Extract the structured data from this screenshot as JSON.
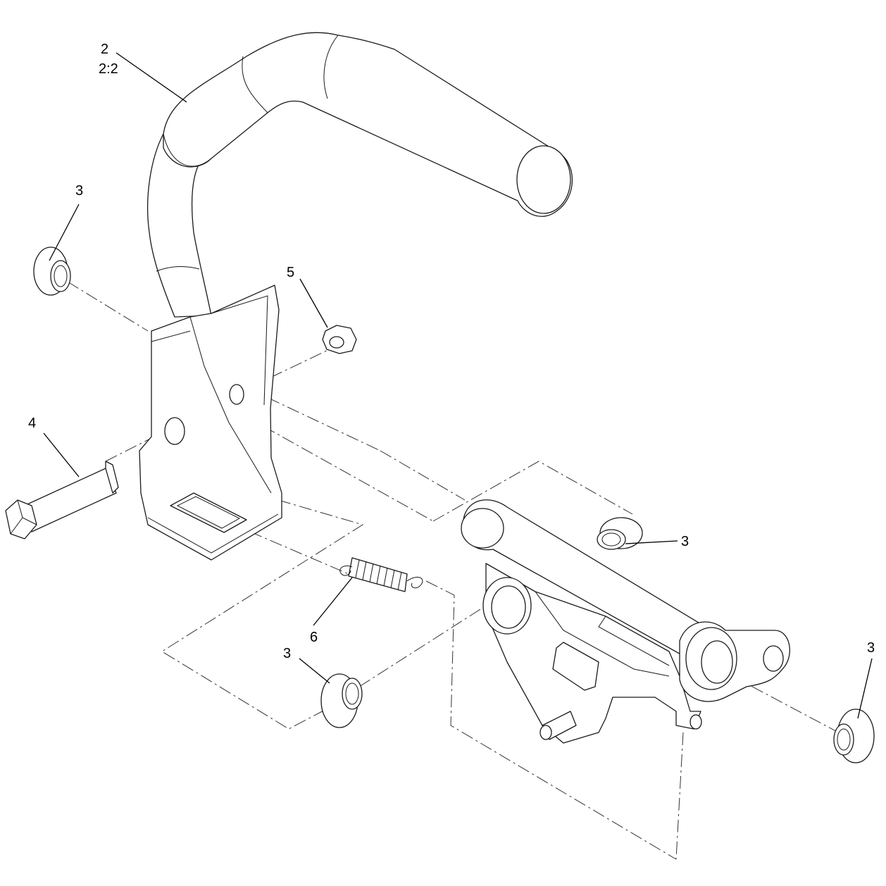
{
  "callouts": {
    "c2_item": "2",
    "c2_ref": "2:2",
    "c3_top_left": "3",
    "c5": "5",
    "c4": "4",
    "c3_right_mid": "3",
    "c6": "6",
    "c3_bottom_mid": "3",
    "c3_far_right": "3"
  }
}
